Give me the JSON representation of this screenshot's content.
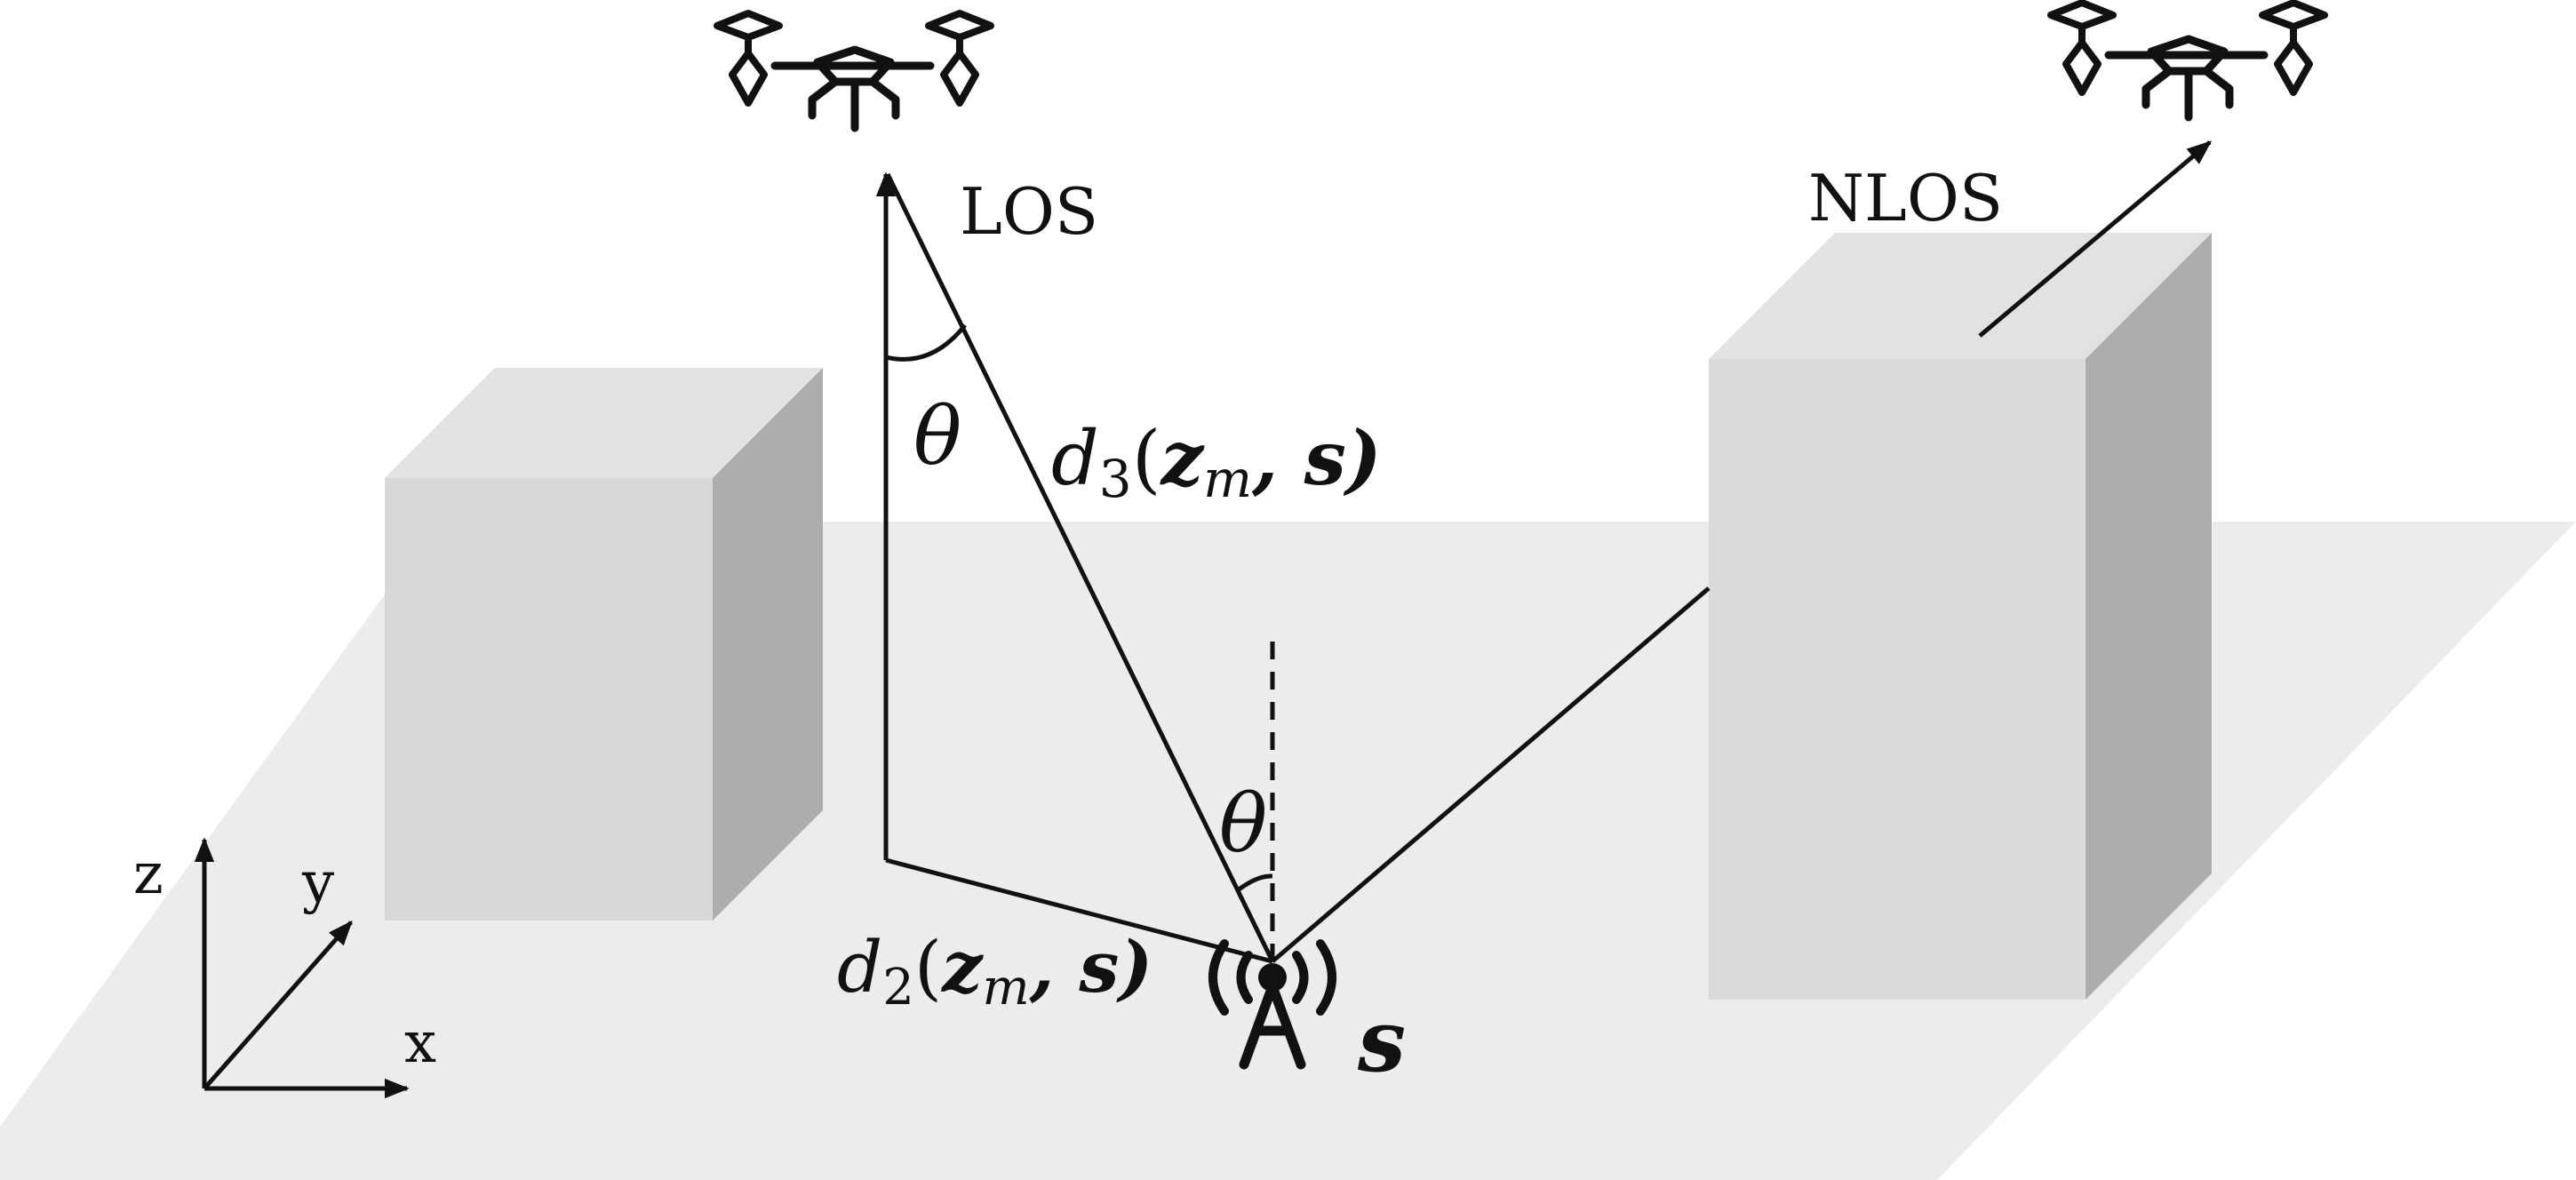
{
  "labels": {
    "los": "LOS",
    "nlos": "NLOS",
    "theta_top": "θ",
    "theta_bottom": "θ",
    "d3_main": "d",
    "d3_sub": "3",
    "d3_args_open": "(",
    "d3_z": "z",
    "d3_m": "m",
    "d3_rest": ", s)",
    "d2_main": "d",
    "d2_sub": "2",
    "d2_args_open": "(",
    "d2_z": "z",
    "d2_m": "m",
    "d2_rest": ", s)",
    "station": "s"
  },
  "axes": {
    "x": "x",
    "y": "y",
    "z": "z"
  },
  "icons": {
    "uav_left": "drone-icon",
    "uav_right": "drone-icon",
    "ground_station": "antenna-tower-icon"
  },
  "colors": {
    "ground": "#ececec",
    "building_front": "#d8d8d8",
    "building_top": "#e2e2e2",
    "building_side": "#adadad",
    "building_right_front": "#dadada",
    "stroke": "#111111"
  }
}
